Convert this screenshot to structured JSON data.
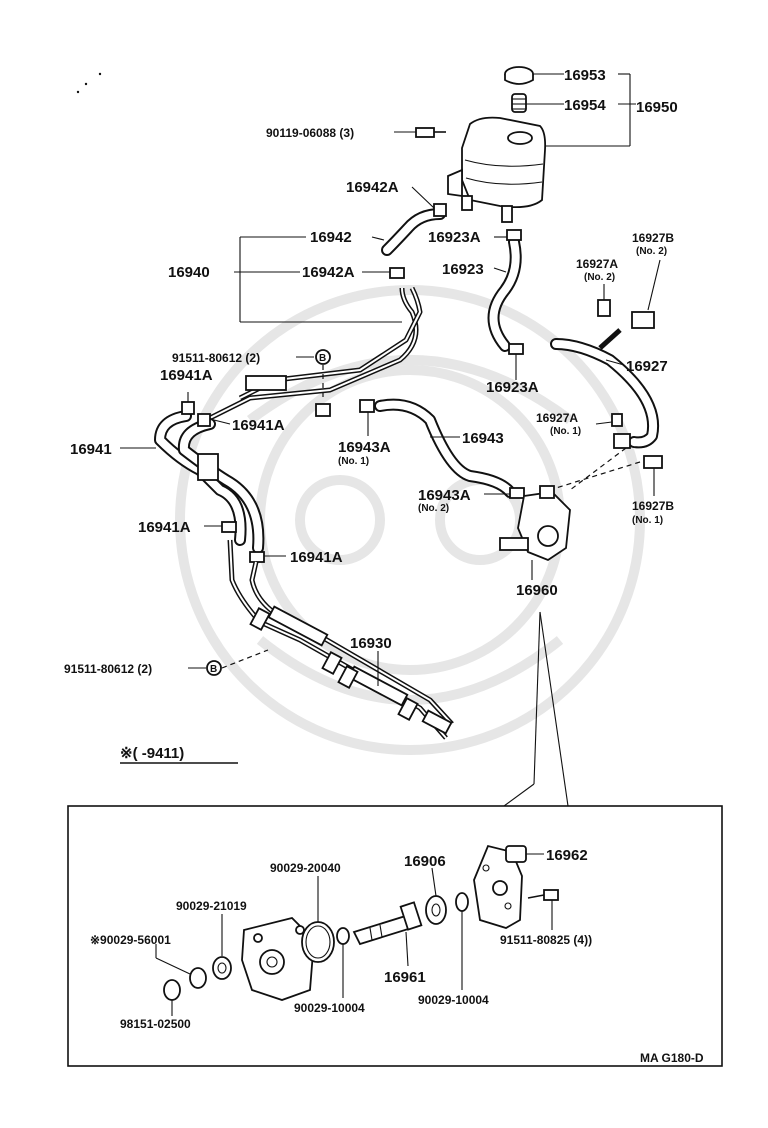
{
  "labels": {
    "p16953": "16953",
    "p16954": "16954",
    "p16950": "16950",
    "p90119": "90119-06088 (3)",
    "p16942A_top": "16942A",
    "p16942": "16942",
    "p16940": "16940",
    "p16942A_mid": "16942A",
    "p16923A_top": "16923A",
    "p16923": "16923",
    "p16923A_bot": "16923A",
    "p16927B_top": "16927B",
    "p16927B_top_sub": "(No. 2)",
    "p16927A_top": "16927A",
    "p16927A_top_sub": "(No. 2)",
    "p16927": "16927",
    "p16927A_mid": "16927A",
    "p16927A_mid_sub": "(No. 1)",
    "p16927B_bot": "16927B",
    "p16927B_bot_sub": "(No. 1)",
    "p91511_top": "91511-80612 (2)",
    "p16941A_1": "16941A",
    "p16941A_2": "16941A",
    "p16941": "16941",
    "p16943A_1": "16943A",
    "p16943A_1_sub": "(No. 1)",
    "p16943": "16943",
    "p16943A_2": "16943A",
    "p16943A_2_sub": "(No. 2)",
    "p16941A_3": "16941A",
    "p16941A_4": "16941A",
    "p16960": "16960",
    "p16930": "16930",
    "p91511_bot": "91511-80612 (2)",
    "note_range": "※(      -9411)",
    "p90029_20040": "90029-20040",
    "p16906": "16906",
    "p16962": "16962",
    "p90029_21019": "90029-21019",
    "p90029_56001": "※90029-56001",
    "p91511_80825": "91511-80825 (4))",
    "p16961": "16961",
    "p98151": "98151-02500",
    "p90029_10004_a": "90029-10004",
    "p90029_10004_b": "90029-10004",
    "code": "MA  G180-D",
    "bolt_mark": "B"
  }
}
